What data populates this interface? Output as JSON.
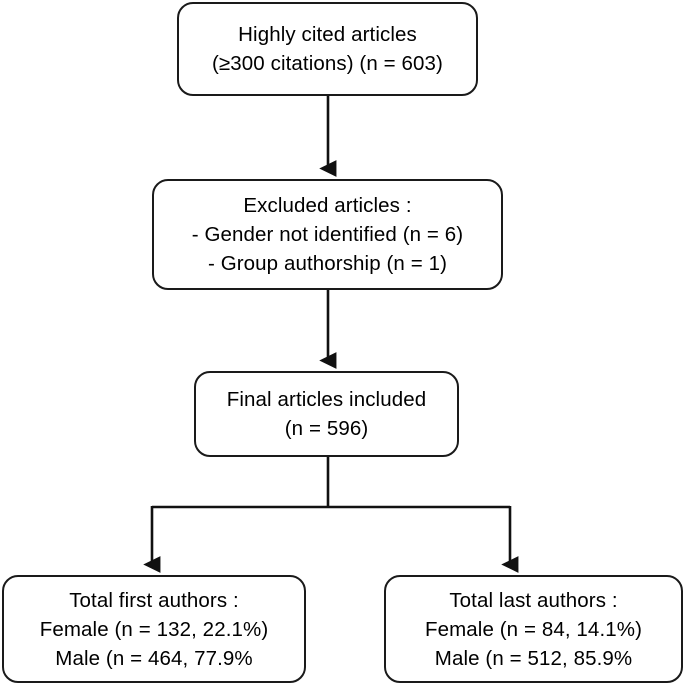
{
  "diagram": {
    "type": "flowchart",
    "title": "Study selection flow diagram",
    "colors": {
      "stroke": "#1a1a1a",
      "text": "#000000",
      "background": "#ffffff"
    },
    "nodes": [
      {
        "id": "highly-cited",
        "lines": [
          "Highly cited articles",
          "(≥300 citations) (n = 603)"
        ]
      },
      {
        "id": "excluded",
        "lines": [
          "Excluded articles :",
          "- Gender not identified (n = 6)",
          "- Group authorship (n = 1)"
        ]
      },
      {
        "id": "final",
        "lines": [
          "Final articles included",
          "(n = 596)"
        ]
      },
      {
        "id": "first-authors",
        "lines": [
          "Total first authors :",
          "Female (n = 132, 22.1%)",
          "Male (n = 464, 77.9%"
        ]
      },
      {
        "id": "last-authors",
        "lines": [
          "Total last authors :",
          "Female (n = 84, 14.1%)",
          "Male (n = 512, 85.9%"
        ]
      }
    ],
    "edges": [
      {
        "id": "edge-highly-cited-to-excluded",
        "from": "highly-cited",
        "to": "excluded",
        "style": "straight-arrow"
      },
      {
        "id": "edge-excluded-to-final",
        "from": "excluded",
        "to": "final",
        "style": "straight-arrow"
      },
      {
        "id": "edge-final-to-first-authors",
        "from": "final",
        "to": "first-authors",
        "style": "elbow-arrow"
      },
      {
        "id": "edge-final-to-last-authors",
        "from": "final",
        "to": "last-authors",
        "style": "elbow-arrow"
      }
    ]
  }
}
